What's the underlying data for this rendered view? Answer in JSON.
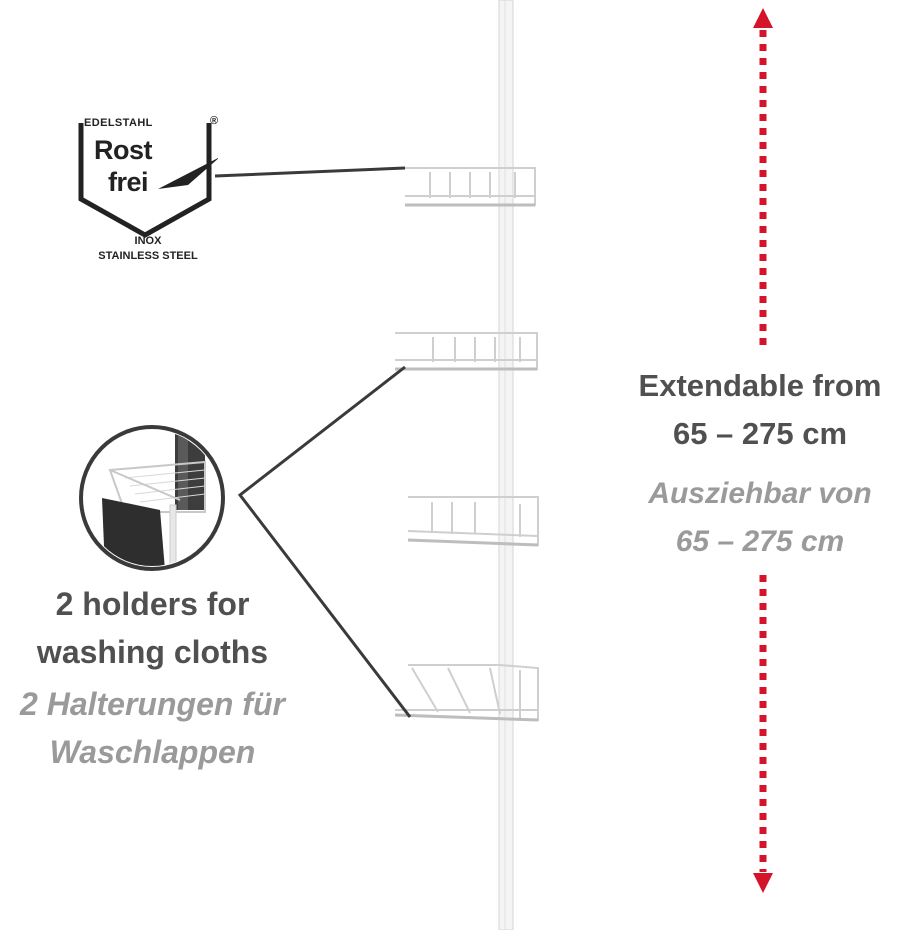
{
  "badge": {
    "top_label": "EDELSTAHL",
    "registered_mark": "®",
    "word1": "Rost",
    "word2": "frei",
    "line1": "INOX",
    "line2": "STAINLESS STEEL"
  },
  "extendable": {
    "en_line1": "Extendable from",
    "en_line2": "65 – 275 cm",
    "de_line1": "Ausziehbar von",
    "de_line2": "65 – 275 cm"
  },
  "holders": {
    "en_line1": "2 holders for",
    "en_line2": "washing cloths",
    "de_line1": "2 Halterungen für",
    "de_line2": "Waschlappen"
  },
  "colors": {
    "arrow": "#d4142a",
    "callout_line": "#3a3a3a",
    "text_en": "#505050",
    "text_de": "#9a9a9a"
  }
}
